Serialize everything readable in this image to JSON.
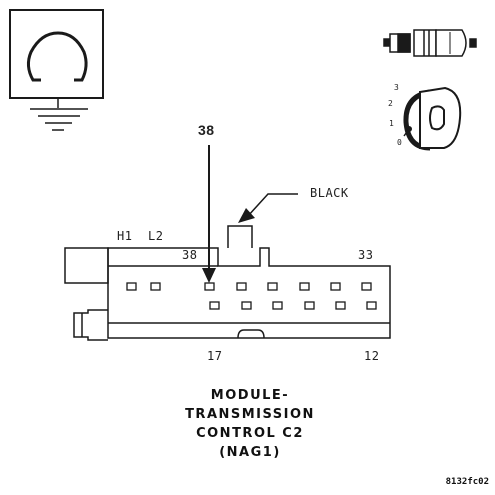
{
  "connector": {
    "title_lines": [
      "MODULE-",
      "TRANSMISSION",
      "CONTROL C2",
      "(NAG1)"
    ],
    "callout_pin": "38",
    "color_label": "BLACK",
    "top_row_labels": [
      "H1",
      "L2",
      "38",
      "33"
    ],
    "bottom_row_labels": [
      "17",
      "12"
    ]
  },
  "key_icon": {
    "positions": [
      "3",
      "2",
      "1",
      "0"
    ]
  },
  "figure_ref": "8132fc02",
  "icons": [
    "ground-symbol-icon",
    "connector-plug-icon",
    "ignition-key-icon"
  ],
  "colors": {
    "line": "#1a1a1a",
    "background": "#ffffff"
  }
}
